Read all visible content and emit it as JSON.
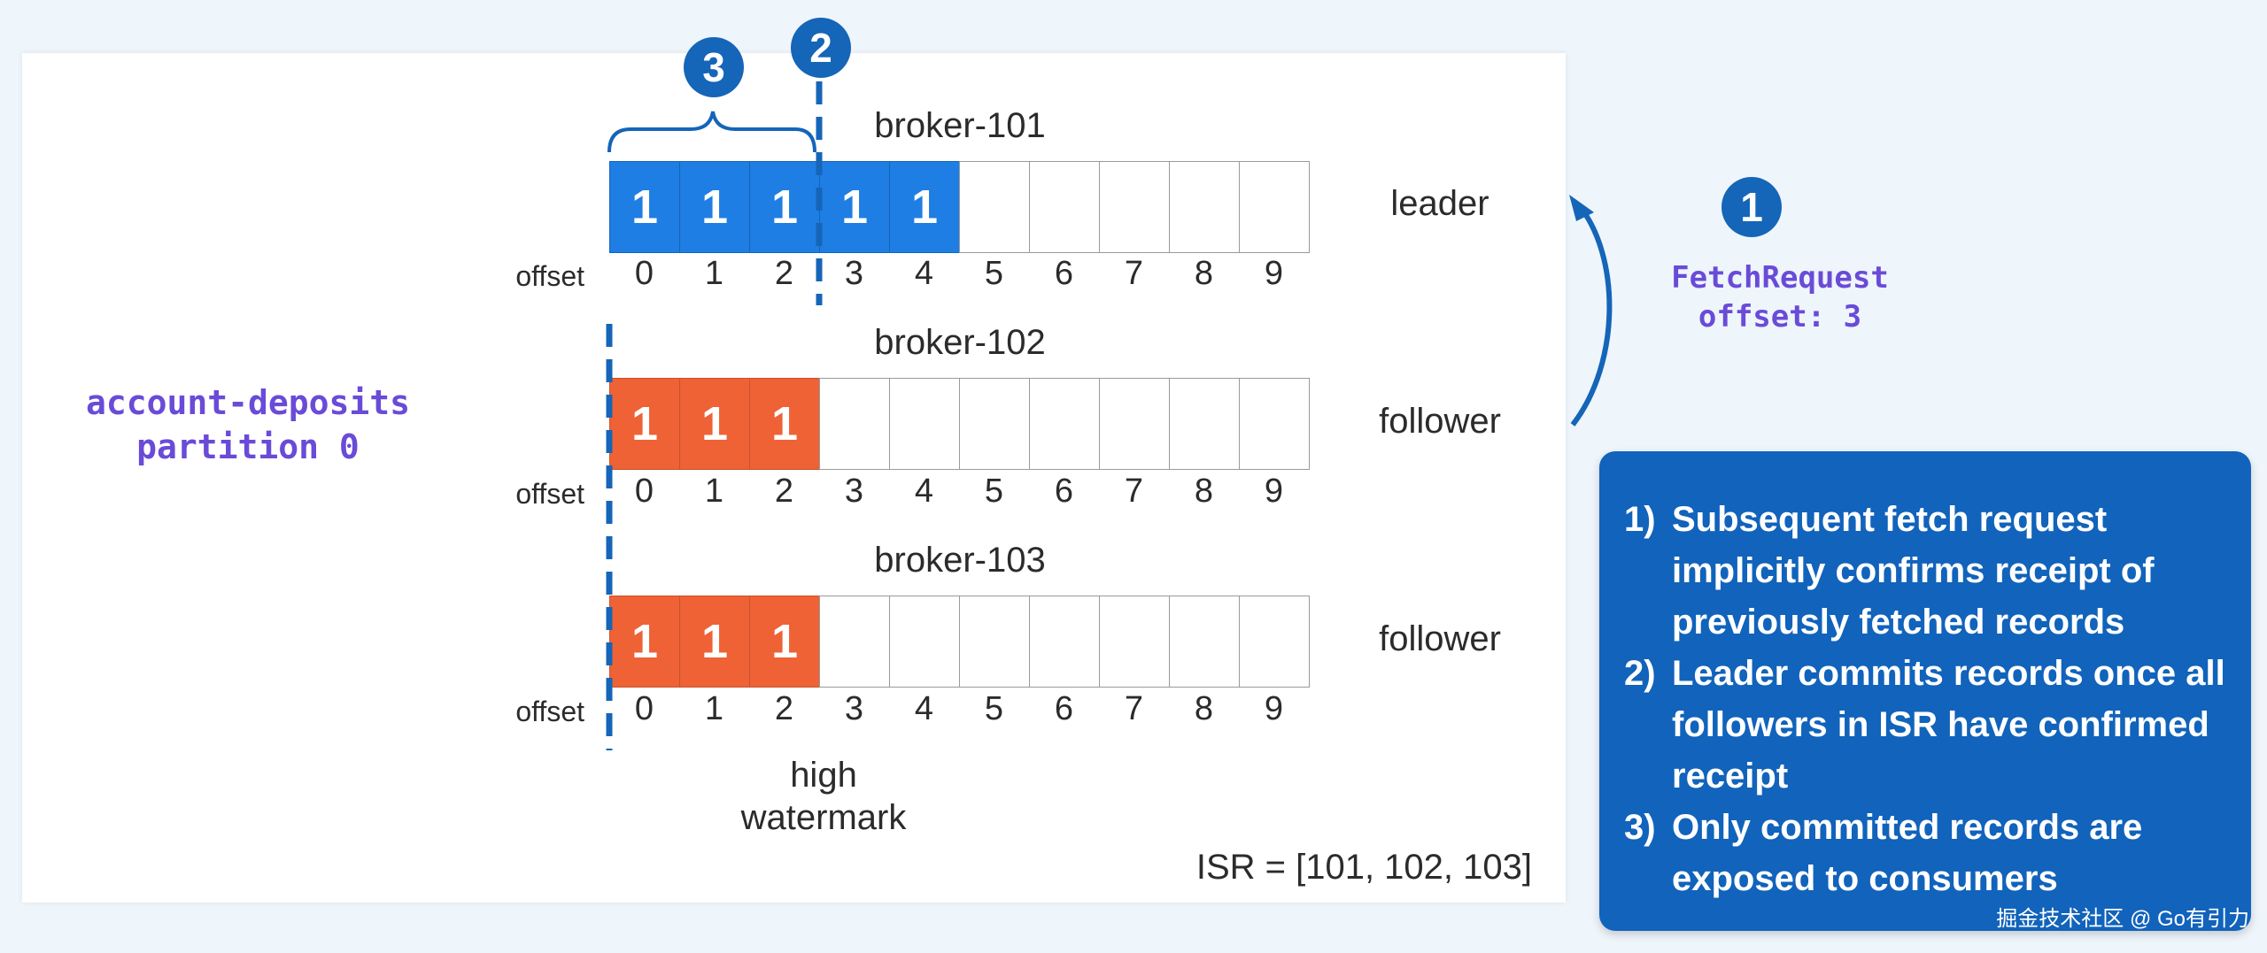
{
  "topic": {
    "line1": "account-deposits",
    "line2": "partition 0"
  },
  "brokers": [
    {
      "name": "broker-101",
      "role": "leader",
      "fill": "blue",
      "cells": [
        "1",
        "1",
        "1",
        "1",
        "1",
        "",
        "",
        "",
        "",
        ""
      ]
    },
    {
      "name": "broker-102",
      "role": "follower",
      "fill": "orange",
      "cells": [
        "1",
        "1",
        "1",
        "",
        "",
        "",
        "",
        "",
        "",
        ""
      ]
    },
    {
      "name": "broker-103",
      "role": "follower",
      "fill": "orange",
      "cells": [
        "1",
        "1",
        "1",
        "",
        "",
        "",
        "",
        "",
        "",
        ""
      ]
    }
  ],
  "offset_label": "offset",
  "offsets": [
    "0",
    "1",
    "2",
    "3",
    "4",
    "5",
    "6",
    "7",
    "8",
    "9"
  ],
  "high_watermark": {
    "line1": "high",
    "line2": "watermark"
  },
  "isr": "ISR = [101, 102, 103]",
  "badges": {
    "one": "1",
    "two": "2",
    "three": "3"
  },
  "fetch_request": {
    "line1": "FetchRequest",
    "line2": "offset: 3"
  },
  "notes": [
    {
      "num": "1)",
      "text": "Subsequent fetch request implicitly confirms receipt of previously fetched records"
    },
    {
      "num": "2)",
      "text": "Leader commits records once all followers in ISR have confirmed receipt"
    },
    {
      "num": "3)",
      "text": "Only committed records are exposed to consumers"
    }
  ],
  "watermark_text": "掘金技术社区 @ Go有引力",
  "colors": {
    "leader_fill": "#1f7ee3",
    "follower_fill": "#ee6236",
    "accent": "#1565b8",
    "mono_text": "#6a4bd8",
    "notes_bg": "#1163bb"
  }
}
